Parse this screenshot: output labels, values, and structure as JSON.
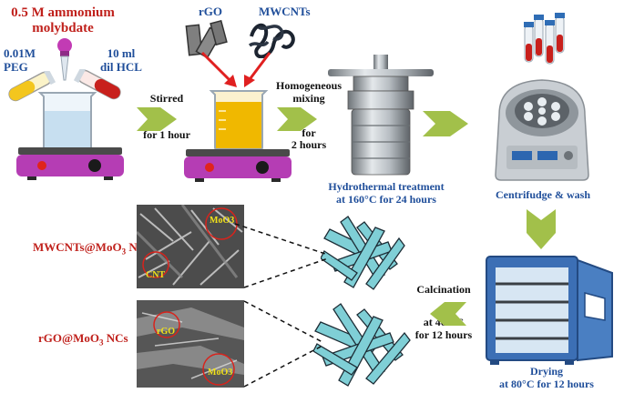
{
  "title": {
    "line1": "0.5 M ammonium",
    "line2": "molybdate"
  },
  "reagents": {
    "peg": {
      "line1": "0.01M",
      "line2": "PEG"
    },
    "hcl": {
      "line1": "10 ml",
      "line2": "dil HCL"
    },
    "rgo": "rGO",
    "mwcnts": "MWCNTs"
  },
  "steps": {
    "stirred": {
      "line1": "Stirred",
      "line2": "for 1 hour"
    },
    "mixing": {
      "line1": "Homogeneous",
      "line2": "mixing",
      "line3": "for",
      "line4": "2 hours"
    },
    "hydrothermal": {
      "line1": "Hydrothermal treatment",
      "line2": "at 160°C for 24 hours"
    },
    "centrifuge": "Centrifudge & wash",
    "drying": {
      "line1": "Drying",
      "line2": "at 80°C for 12 hours"
    },
    "calcination": {
      "line1": "Calcination",
      "line2": "at 400°C",
      "line3": "for 12 hours"
    }
  },
  "products": {
    "mwcnt_moo3": {
      "prefix": "MWCNTs@MoO",
      "sub": "3",
      "suffix": " NCs"
    },
    "rgo_moo3": {
      "prefix": "rGO@MoO",
      "sub": "3",
      "suffix": " NCs"
    }
  },
  "sem_labels": {
    "moo3_top": "MoO3",
    "cnt": "CNT",
    "rgo": "rGO",
    "moo3_bottom": "MoO3"
  },
  "colors": {
    "title_red": "#c0211c",
    "step_blue": "#1f4e9a",
    "arrow_green": "#a2c04a",
    "hotplate_purple": "#b53db4",
    "solution_yellow": "#f0b800",
    "crystal_cyan": "#7fcfd6",
    "oven_blue": "#3c6fb5"
  },
  "icons": [
    "beaker-icon",
    "hotplate-icon",
    "dropper-icon",
    "test-tube-icon",
    "autoclave-icon",
    "centrifuge-icon",
    "oven-icon",
    "crystal-icon",
    "sem-image"
  ]
}
